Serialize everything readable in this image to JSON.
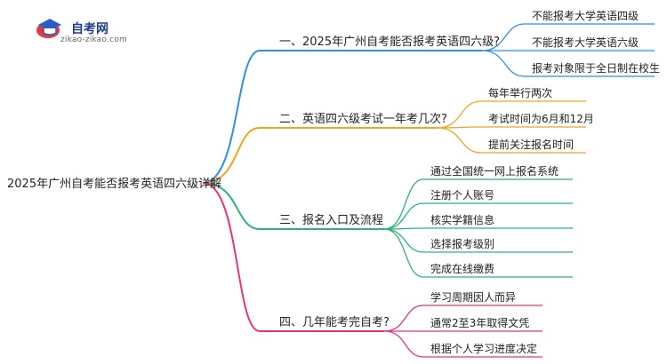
{
  "brand": {
    "name": "自考网",
    "site": "zikao-zikao.com",
    "accent": "#2b5cc8"
  },
  "root": {
    "text": "2025年广州自考能否报考英语四六级详解"
  },
  "branches": [
    {
      "text": "一、2025年广州自考能否报考英语四六级?",
      "color": "#2f8fe8",
      "leaves": [
        "不能报考大学英语四级",
        "不能报考大学英语六级",
        "报考对象限于全日制在校生"
      ]
    },
    {
      "text": "二、英语四六级考试一年考几次?",
      "color": "#f2a51a",
      "leaves": [
        "每年举行两次",
        "考试时间为6月和12月",
        "提前关注报名时间"
      ]
    },
    {
      "text": "三、报名入口及流程",
      "color": "#2bb673",
      "leaves": [
        "通过全国统一网上报名系统",
        "注册个人账号",
        "核实学籍信息",
        "选择报考级别",
        "完成在线缴费"
      ]
    },
    {
      "text": "四、几年能考完自考?",
      "color": "#e8337a",
      "leaves": [
        "学习周期因人而异",
        "通常2至3年取得文凭",
        "根据个人学习进度决定"
      ]
    }
  ]
}
